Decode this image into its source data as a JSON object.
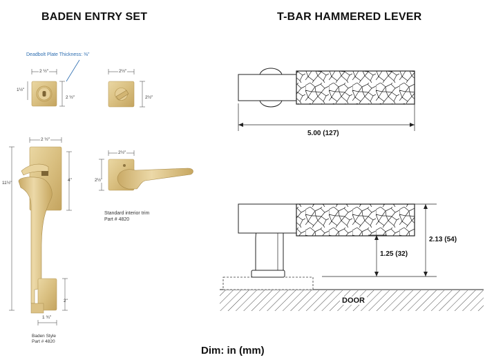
{
  "left_panel": {
    "title": "BADEN ENTRY SET",
    "deadbolt_note": "Deadbolt Plate Thickness: ⅜\"",
    "deadbolt_width": "2 ½\"",
    "deadbolt_height": "2 ½\"",
    "deadbolt_offset": "1½\"",
    "interior_deadbolt_width": "2½\"",
    "interior_deadbolt_height": "2½\"",
    "handleset_top_width": "2 ½\"",
    "handleset_height": "11½\"",
    "handleset_grip_height": "4\"",
    "handleset_bottom_height": "2\"",
    "handleset_bottom_width": "1 ¾\"",
    "handleset_caption_line1": "Baden Style",
    "handleset_caption_line2": "Part # 4820",
    "trim_width": "2½\"",
    "trim_height": "2½\"",
    "trim_caption_line1": "Standard interior trim",
    "trim_caption_line2": "Part # 4820",
    "finish_color": "#d9bf80"
  },
  "right_panel": {
    "title": "T-BAR HAMMERED LEVER",
    "length_dim": "5.00 (127)",
    "projection_dim": "2.13 (54)",
    "post_dim": "1.25 (32)",
    "door_label": "DOOR"
  },
  "footer": {
    "units_label": "Dim: in (mm)"
  }
}
